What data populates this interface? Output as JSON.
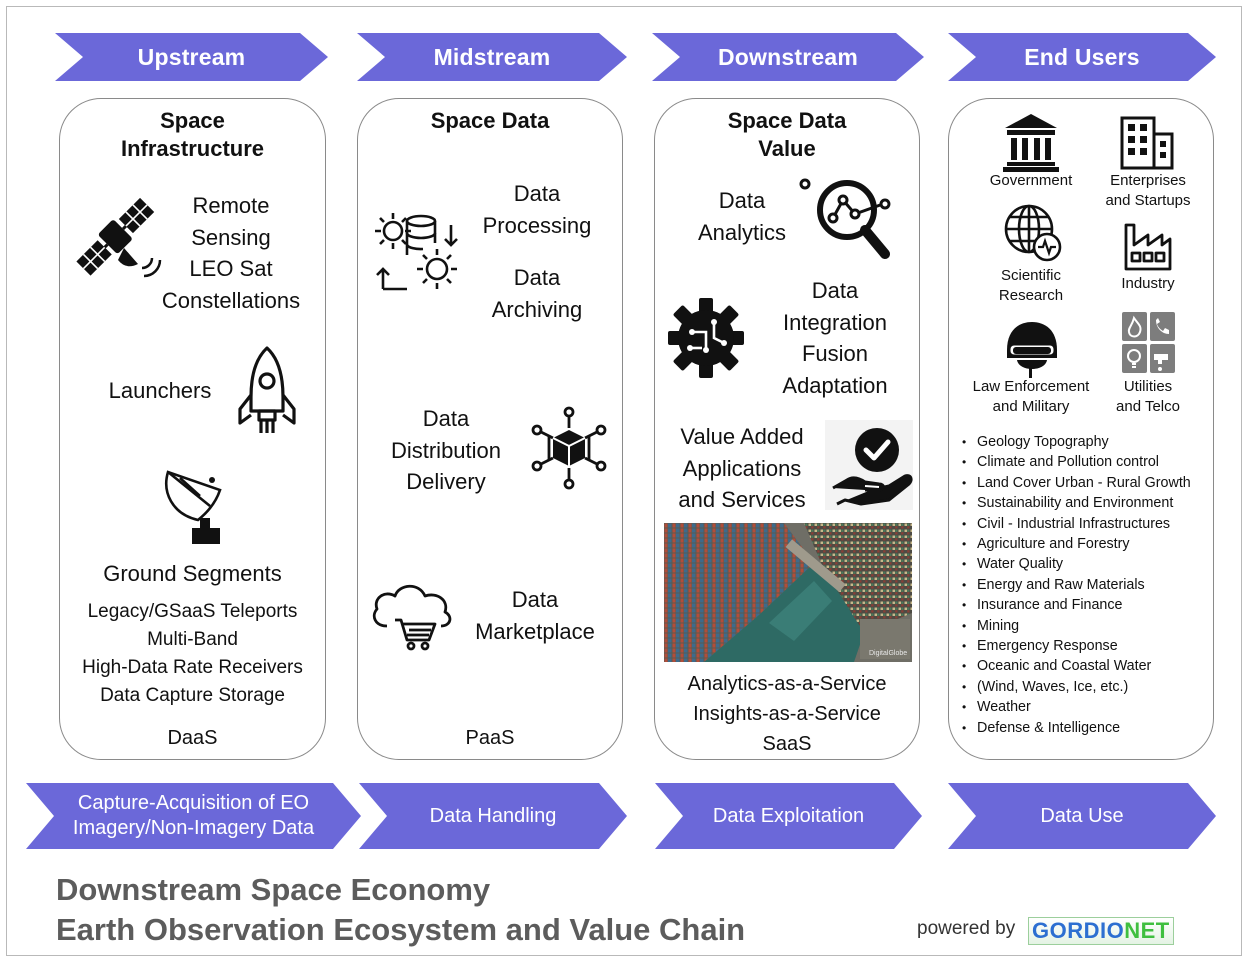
{
  "stages": [
    {
      "title": "Upstream",
      "subtitle_lines": [
        "Capture-Acquisition of EO",
        "Imagery/Non-Imagery Data"
      ]
    },
    {
      "title": "Midstream",
      "subtitle_lines": [
        "Data Handling"
      ]
    },
    {
      "title": "Downstream",
      "subtitle_lines": [
        "Data Exploitation"
      ]
    },
    {
      "title": "End Users",
      "subtitle_lines": [
        "Data Use"
      ]
    }
  ],
  "upstream": {
    "heading_lines": [
      "Space",
      "Infrastructure"
    ],
    "remote_sensing_lines": [
      "Remote",
      "Sensing",
      "LEO Sat",
      "Constellations"
    ],
    "launchers": "Launchers",
    "ground_segments": "Ground Segments",
    "ground_details": [
      "Legacy/GSaaS Teleports",
      "Multi-Band",
      "High-Data Rate Receivers",
      "Data Capture Storage"
    ],
    "model": "DaaS"
  },
  "midstream": {
    "heading": "Space Data",
    "processing_lines": [
      "Data",
      "Processing"
    ],
    "archiving_lines": [
      "Data",
      "Archiving"
    ],
    "distribution_lines": [
      "Data",
      "Distribution",
      "Delivery"
    ],
    "marketplace_lines": [
      "Data",
      "Marketplace"
    ],
    "model": "PaaS"
  },
  "downstream": {
    "heading_lines": [
      "Space Data",
      "Value"
    ],
    "analytics_lines": [
      "Data",
      "Analytics"
    ],
    "integration_lines": [
      "Data",
      "Integration",
      "Fusion",
      "Adaptation"
    ],
    "value_added_lines": [
      "Value Added",
      "Applications",
      "and Services"
    ],
    "photo_credit": "DigitalGlobe",
    "models": [
      "Analytics-as-a-Service",
      "Insights-as-a-Service",
      "SaaS"
    ]
  },
  "end_users": {
    "categories": [
      {
        "lines": [
          "Government"
        ],
        "icon": "government-icon"
      },
      {
        "lines": [
          "Enterprises",
          "and Startups"
        ],
        "icon": "building-icon"
      },
      {
        "lines": [
          "Scientific",
          "Research"
        ],
        "icon": "globe-research-icon"
      },
      {
        "lines": [
          "Industry"
        ],
        "icon": "factory-icon"
      },
      {
        "lines": [
          "Law Enforcement",
          "and Military"
        ],
        "icon": "helmet-icon"
      },
      {
        "lines": [
          "Utilities",
          "and Telco"
        ],
        "icon": "utilities-icon"
      }
    ],
    "applications": [
      "Geology Topography",
      "Climate and Pollution control",
      "Land Cover Urban - Rural Growth",
      "Sustainability and Environment",
      "Civil - Industrial Infrastructures",
      "Agriculture and Forestry",
      "Water Quality",
      "Energy and Raw Materials",
      "Insurance and Finance",
      "Mining",
      "Emergency Response",
      "Oceanic and Coastal Water",
      "(Wind, Waves, Ice, etc.)",
      "Weather",
      "Defense & Intelligence"
    ]
  },
  "footer": {
    "title_lines": [
      "Downstream Space Economy",
      "Earth Observation Ecosystem and Value Chain"
    ],
    "powered_by": "powered by",
    "logo_part1": "GORDIO",
    "logo_part2": "NET"
  },
  "colors": {
    "chevron": "#6b68d9",
    "panel_border": "#8a8a8a",
    "footer_title": "#5c5c5c",
    "logo_blue": "#2c6fd1",
    "logo_green": "#3fbf3f"
  }
}
